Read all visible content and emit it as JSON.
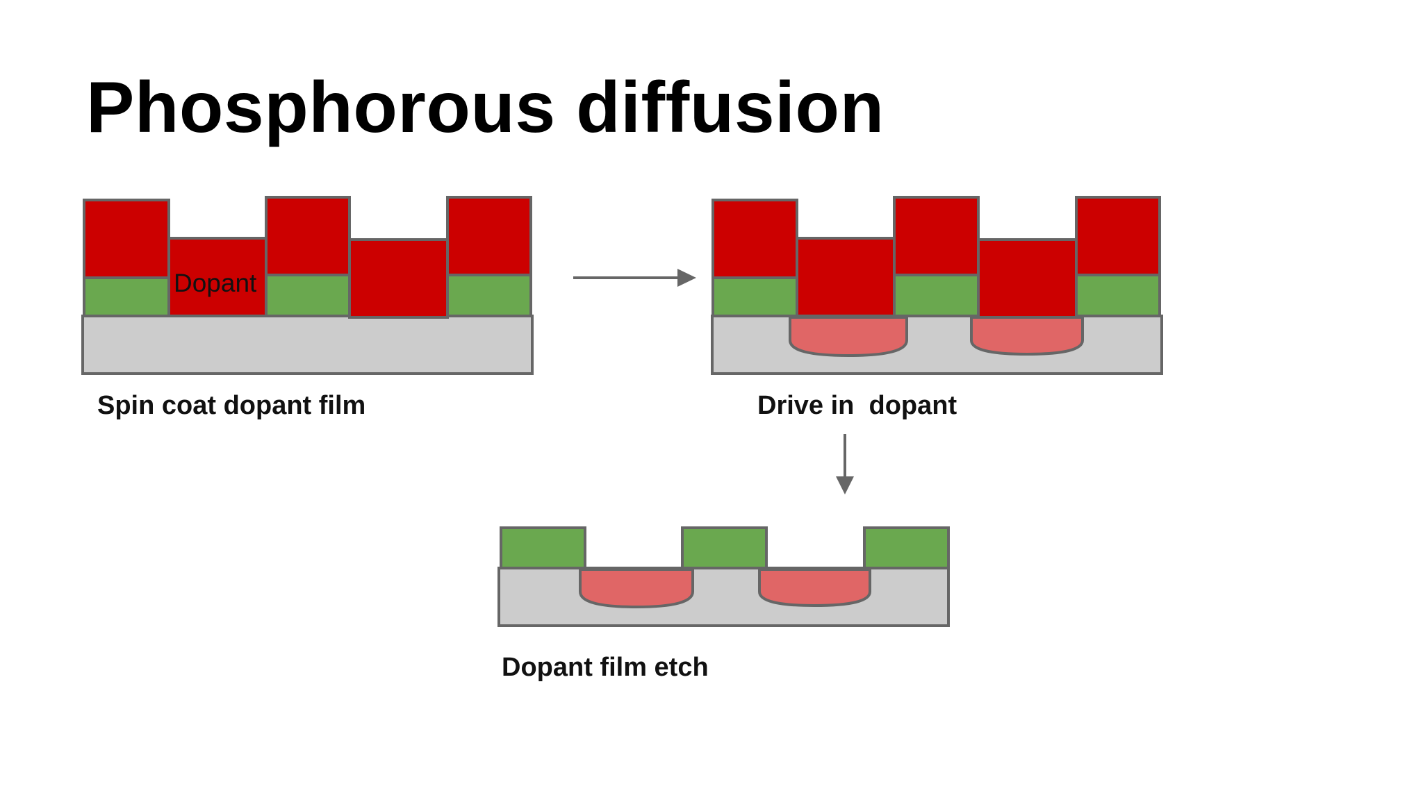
{
  "title": "Phosphorous diffusion",
  "labels": {
    "dopant": "Dopant"
  },
  "steps": [
    {
      "caption": "Spin coat dopant film"
    },
    {
      "caption": "Drive in  dopant"
    },
    {
      "caption": "Dopant film etch"
    }
  ],
  "colors": {
    "background": "#ffffff",
    "dopant_film": "#cc0000",
    "mask_layer": "#6aa84f",
    "substrate": "#cccccc",
    "doped_region": "#e06666",
    "outline": "#666666",
    "arrow": "#666666",
    "text": "#000000"
  }
}
